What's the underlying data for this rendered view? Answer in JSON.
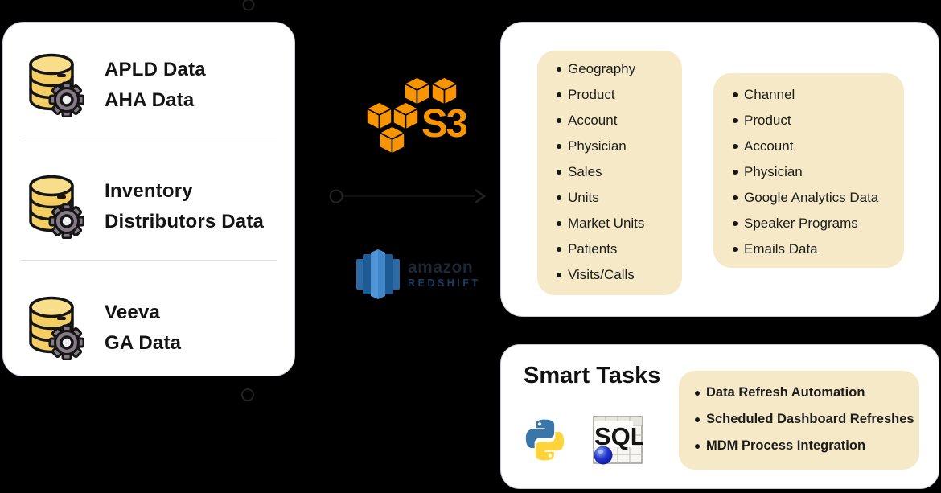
{
  "colors": {
    "background": "#000000",
    "card_bg": "#ffffff",
    "card_border": "#c9cdd6",
    "panel_beige": "#f5e9c8",
    "text_dark": "#1c1c1c",
    "divider_gray": "#dcdcdc",
    "s3_orange": "#f79400",
    "redshift_light_blue": "#4e94d6",
    "redshift_mid_blue": "#2e73b5",
    "redshift_dark_blue": "#205b97",
    "db_yellow": "#f5ce63",
    "db_yellow_light": "#f8dd8a",
    "gear_gray": "#857a85",
    "python_blue": "#3a76a9",
    "python_yellow": "#ffd43b",
    "sql_sphere_blue": "#1b2bc4"
  },
  "sources_card": {
    "items": [
      {
        "line1": "APLD Data",
        "line2": "AHA Data"
      },
      {
        "line1": "Inventory",
        "line2": "Distributors Data"
      },
      {
        "line1": "Veeva",
        "line2": "GA Data"
      }
    ]
  },
  "aws": {
    "s3_label": "S3",
    "redshift_brand": "amazon",
    "redshift_product": "REDSHIFT"
  },
  "marts_card": {
    "list1": [
      "Geography",
      "Product",
      "Account",
      "Physician",
      "Sales",
      "Units",
      "Market Units",
      "Patients",
      "Visits/Calls"
    ],
    "list2": [
      "Channel",
      "Product",
      "Account",
      "Physician",
      "Google Analytics Data",
      "Speaker Programs",
      "Emails Data"
    ]
  },
  "tasks_card": {
    "title": "Smart Tasks",
    "sql_icon_label": "SQL",
    "items": [
      "Data Refresh Automation",
      "Scheduled Dashboard Refreshes",
      "MDM Process Integration"
    ]
  }
}
